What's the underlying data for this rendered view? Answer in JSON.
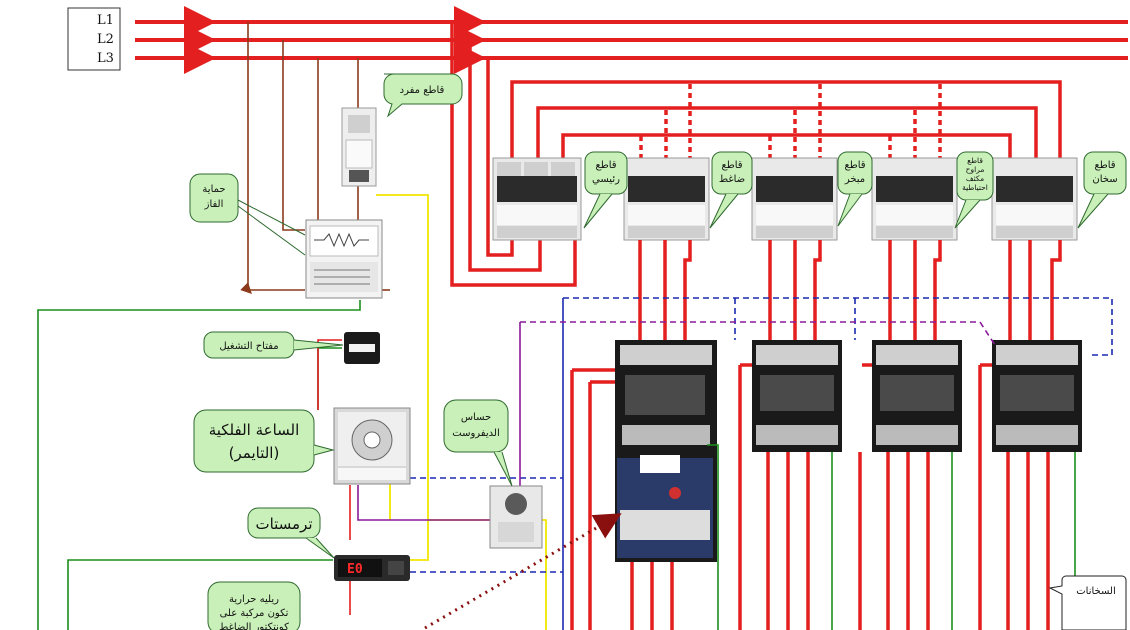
{
  "phases": [
    "L1",
    "L2",
    "L3"
  ],
  "callouts": {
    "single_breaker": "قاطع مفرد",
    "phase_protection": [
      "حماية",
      "الفاز"
    ],
    "main_breaker": [
      "قاطع",
      "رئيسي"
    ],
    "compressor_breaker": [
      "قاطع",
      "ضاغط"
    ],
    "evaporator_breaker": [
      "قاطع",
      "مبخر"
    ],
    "condenser_fans_breaker": [
      "قاطع",
      "مراوح",
      "مكثف",
      "احتياطية"
    ],
    "heater_breaker": [
      "قاطع",
      "سخان"
    ],
    "operation_switch": "مفتاح التشغيل",
    "timer": [
      "الساعة الفلكية",
      "(التايمر)"
    ],
    "defrost_sensor": [
      "حساس",
      "الديفروست"
    ],
    "thermostat": "ترمستات",
    "thermal_relay": [
      "ريليه حرارية",
      "تكون مركبة على",
      "كونتكتور الضاغط"
    ],
    "heaters": "السخانات"
  },
  "thermostat_display": "E0",
  "colors": {
    "power": "#e41f1f",
    "neutral": "#8b3a1c",
    "control": "#1a8f1a",
    "yellow": "#f2e600",
    "blue": "#1a2ab0",
    "purple": "#8a1a9a",
    "callout_fill": "#c8f0b8",
    "callout_border": "#2f6a2f"
  }
}
